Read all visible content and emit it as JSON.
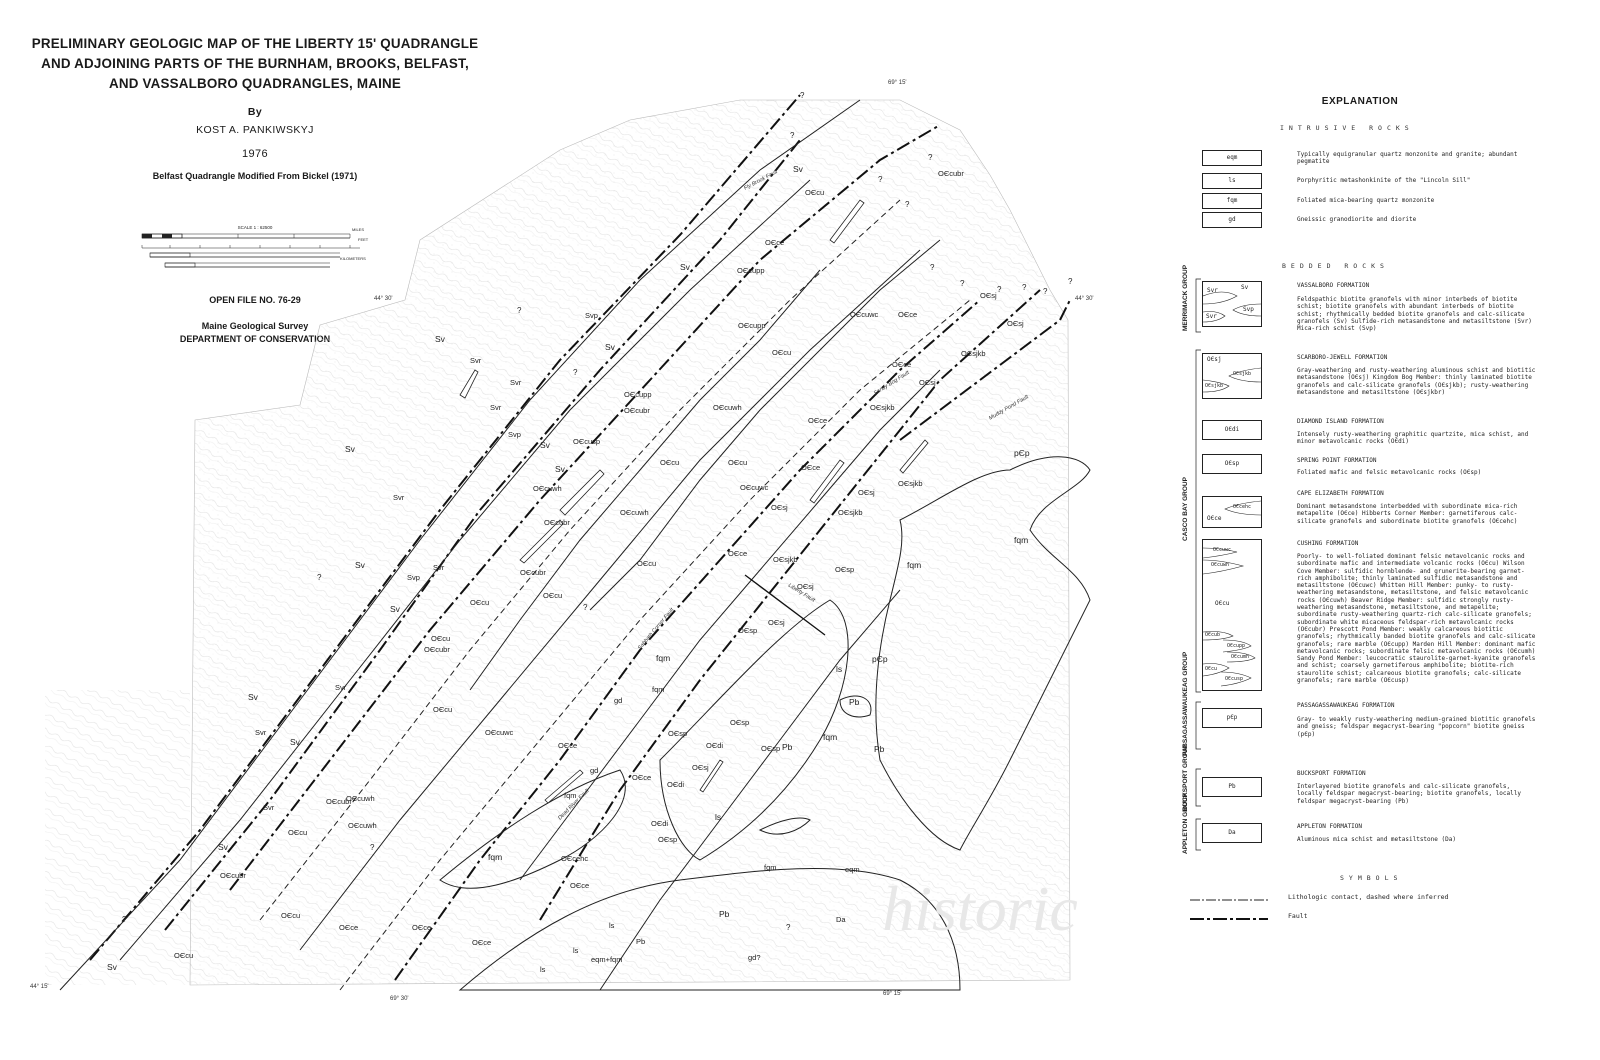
{
  "title": {
    "line1": "PRELIMINARY GEOLOGIC MAP OF THE LIBERTY 15' QUADRANGLE",
    "line2": "AND ADJOINING PARTS OF THE BURNHAM, BROOKS, BELFAST,",
    "line3": "AND VASSALBORO QUADRANGLES, MAINE",
    "by": "By",
    "author": "KOST A. PANKIWSKYJ",
    "year": "1976",
    "modified": "Belfast Quadrangle Modified From Bickel (1971)",
    "scale_label": "SCALE 1 : 62500",
    "scale_miles": "MILES",
    "scale_feet": "FEET",
    "scale_km": "KILOMETERS",
    "open_file": "OPEN FILE NO. 76-29",
    "survey": "Maine Geological Survey",
    "department": "DEPARTMENT OF CONSERVATION"
  },
  "coords": {
    "top_69_15": "69° 15'",
    "left_44_30": "44° 30'",
    "right_44_30": "44° 30'",
    "bottom_44_15": "44° 15'",
    "bottom_69_30": "69° 30'",
    "bottom_69_15": "69° 15'"
  },
  "map_labels": {
    "sv": "Sv",
    "svr": "Svr",
    "svp": "Svp",
    "ecu": "OЄcu",
    "ece": "OЄce",
    "ecubr": "OЄcubr",
    "ecuwh": "OЄcuwh",
    "ecuwc": "OЄcuwc",
    "ecupp": "OЄcupp",
    "ecusp": "OЄcusp",
    "esj": "OЄsj",
    "esjkb": "OЄsjkb",
    "edi": "OЄdi",
    "esp": "OЄsp",
    "ecehc": "OЄcehc",
    "pep": "pЄp",
    "pb": "Pb",
    "fqm": "fqm",
    "ls": "ls",
    "gd": "gd",
    "da": "Da",
    "eqm_fqm": "eqm+fqm",
    "eqm": "eqm",
    "q": "?",
    "gdq": "gd?"
  },
  "fault_names": {
    "f1": "Fly Brook Fault",
    "f2": "Sandy Bog Fault",
    "f3": "Liberty Fault",
    "f4": "Sabbath Corner Fault",
    "f5": "Muddy Pond Fault",
    "f6": "Dead River Fault"
  },
  "legend": {
    "explanation": "EXPLANATION",
    "intrusive": "INTRUSIVE ROCKS",
    "bedded": "BEDDED ROCKS",
    "symbols": "SYMBOLS",
    "units": {
      "eqm": {
        "box": "eqm",
        "desc": "Typically equigranular quartz monzonite and granite; abundant pegmatite"
      },
      "ls": {
        "box": "ls",
        "desc": "Porphyritic metashonkinite of the \"Lincoln Sill\""
      },
      "fqm": {
        "box": "fqm",
        "desc": "Foliated mica-bearing quartz monzonite"
      },
      "gd": {
        "box": "gd",
        "desc": "Gneissic granodiorite and diorite"
      }
    },
    "groups": {
      "merrimack": "MERRIMACK GROUP",
      "casco": "CASCO BAY GROUP",
      "passagassawakeag": "PASSAGASSAWAUKEAG GROUP",
      "bucksport": "BUCKSPORT GROUP",
      "appleton": "APPLETON GROUP"
    },
    "formations": {
      "vassalboro": {
        "name": "VASSALBORO FORMATION",
        "desc": "Feldspathic biotite granofels with minor interbeds of biotite schist; biotite granofels with abundant interbeds of biotite schist; rhythmically bedded biotite granofels and calc-silicate granofels (Sv) Sulfide-rich metasandstone and metasiltstone (Svr) Mica-rich schist (Svp)",
        "box_sv": "Sv",
        "box_svr": "Svr",
        "box_svp": "Svp"
      },
      "scarboro": {
        "name": "SCARBORO-JEWELL FORMATION",
        "desc": "Gray-weathering and rusty-weathering aluminous schist and biotitic metasandstone (OЄsj) Kingdom Bog Member: thinly laminated biotite granofels and calc-silicate granofels (OЄsjkb); rusty-weathering metasandstone and metasiltstone (OЄsjkbr)",
        "box_esj": "OЄsj",
        "box_esjkb": "OЄsjkb"
      },
      "diamond": {
        "name": "DIAMOND ISLAND FORMATION",
        "desc": "Intensely rusty-weathering graphitic quartzite, mica schist, and minor metavolcanic rocks (OЄdi)",
        "box": "OЄdi"
      },
      "spring": {
        "name": "SPRING POINT FORMATION",
        "desc": "Foliated mafic and felsic metavolcanic rocks (OЄsp)",
        "box": "OЄsp"
      },
      "cape": {
        "name": "CAPE ELIZABETH FORMATION",
        "desc": "Dominant metasandstone interbedded with subordinate mica-rich metapelite (OЄce) Hibberts Corner Member: garnetiferous calc-silicate granofels and subordinate biotite granofels (OЄcehc)",
        "box_ece": "OЄce",
        "box_ecehc": "OЄcehc"
      },
      "cushing": {
        "name": "CUSHING FORMATION",
        "desc": "Poorly- to well-foliated dominant felsic metavolcanic rocks and subordinate mafic and intermediate volcanic rocks (OЄcu) Wilson Cove Member: sulfidic hornblende- and grunerite-bearing garnet-rich amphibolite; thinly laminated sulfidic metasandstone and metasiltstone (OЄcuwc) Whitten Hill Member: punky- to rusty-weathering metasandstone, metasiltstone, and felsic metavolcanic rocks (OЄcuwh) Beaver Ridge Member: sulfidic strongly rusty-weathering metasandstone, metasiltstone, and metapelite; subordinate rusty-weathering quartz-rich calc-silicate granofels; subordinate white micaceous feldspar-rich metavolcanic rocks (OЄcubr) Prescott Pond Member: weakly calcareous biotitic granofels; rhythmically banded biotite granofels and calc-silicate granofels; rare marble (OЄcupp) Marden Hill Member: dominant mafic metavolcanic rocks; subordinate felsic metavolcanic rocks (OЄcumh) Sandy Pond Member: leucocratic staurolite-garnet-kyanite granofels and schist; coarsely garnetiferous amphibolite; biotite-rich staurolite schist; calcareous biotite granofels; calc-silicate granofels; rare marble (OЄcusp)",
        "box_ecuwc": "OЄcuwc",
        "box_ecuwh": "OЄcuwh",
        "box_ecu": "OЄcu",
        "box_ecub": "OЄcub",
        "box_ecupp": "OЄcupp",
        "box_ecumh": "OЄcumh",
        "box_ecusp": "OЄcusp"
      },
      "passagassawakeag": {
        "name": "PASSAGASSAWAUKEAG FORMATION",
        "desc": "Gray- to weakly rusty-weathering medium-grained biotitic granofels and gneiss; feldspar megacryst-bearing \"popcorn\" biotite gneiss (pЄp)",
        "box": "pЄp"
      },
      "bucksport": {
        "name": "BUCKSPORT FORMATION",
        "desc": "Interlayered biotite granofels and calc-silicate granofels, locally feldspar megacryst-bearing; biotite granofels, locally feldspar megacryst-bearing (Pb)",
        "box": "Pb"
      },
      "appleton": {
        "name": "APPLETON FORMATION",
        "desc": "Aluminous mica schist and metasiltstone (Da)",
        "box": "Da"
      }
    },
    "symbol_items": {
      "contact": "Lithologic contact, dashed where inferred",
      "fault": "Fault"
    }
  },
  "watermark": "historic"
}
